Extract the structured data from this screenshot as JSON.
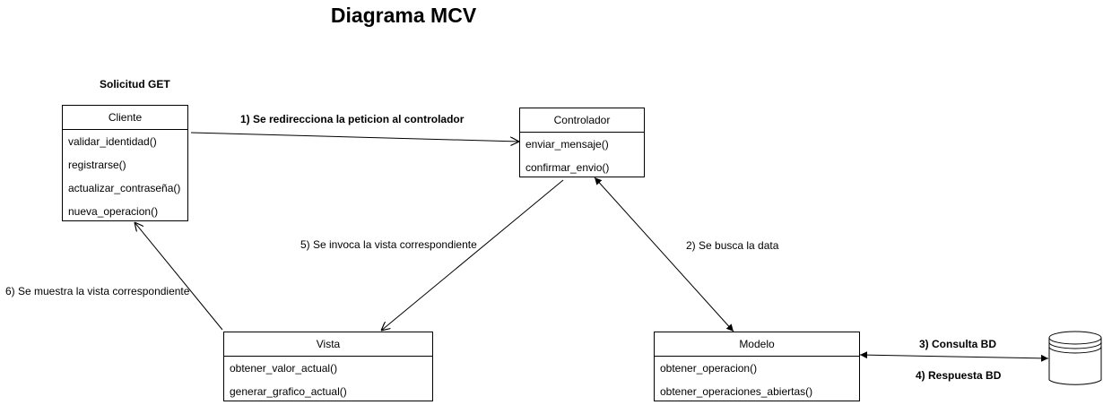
{
  "title": "Diagrama MCV",
  "note_solicitud": "Solicitud GET",
  "classes": {
    "cliente": {
      "name": "Cliente",
      "methods": [
        "validar_identidad()",
        "registrarse()",
        "actualizar_contraseña()",
        "nueva_operacion()"
      ]
    },
    "controlador": {
      "name": "Controlador",
      "methods": [
        "enviar_mensaje()",
        "confirmar_envio()"
      ]
    },
    "vista": {
      "name": "Vista",
      "methods": [
        "obtener_valor_actual()",
        "generar_grafico_actual()"
      ]
    },
    "modelo": {
      "name": "Modelo",
      "methods": [
        "obtener_operacion()",
        "obtener_operaciones_abiertas()"
      ]
    }
  },
  "edges": {
    "e1": "1) Se redirecciona la peticion al controlador",
    "e2": "2) Se busca la data",
    "e3": "3) Consulta BD",
    "e4": "4) Respuesta BD",
    "e5": "5) Se invoca la vista correspondiente",
    "e6": "6) Se muestra la vista correspondiente"
  }
}
